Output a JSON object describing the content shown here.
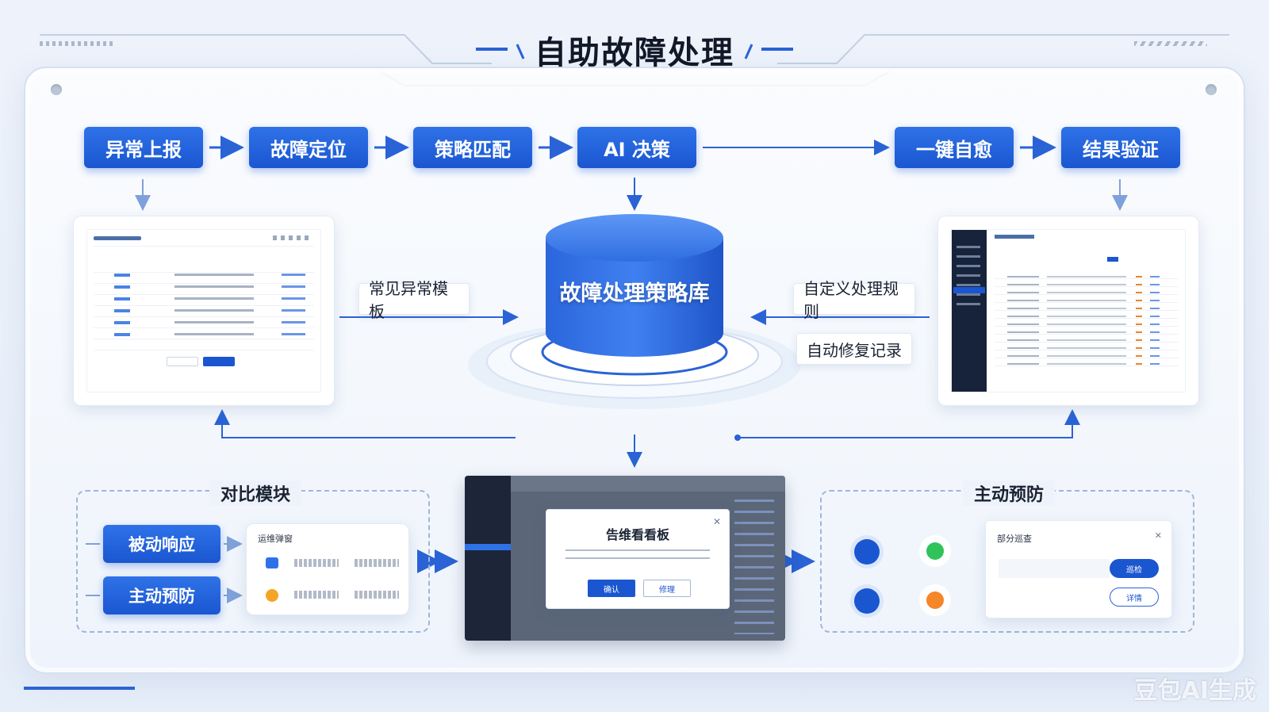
{
  "title": "自助故障处理",
  "flow": [
    {
      "label": "异常上报"
    },
    {
      "label": "故障定位"
    },
    {
      "label": "策略匹配"
    },
    {
      "label": "AI 决策"
    },
    {
      "label": "一键自愈"
    },
    {
      "label": "结果验证"
    }
  ],
  "center": {
    "label": "故障处理策略库",
    "left_input": "常见异常模板",
    "right_input_1": "自定义处理规则",
    "right_input_2": "自动修复记录"
  },
  "compare": {
    "title": "对比模块",
    "btn_passive": "被动响应",
    "btn_active": "主动预防",
    "card_title": "运维弹窗"
  },
  "dashboard": {
    "modal_title": "告维看看板",
    "confirm_label": "确认",
    "cancel_label": "修理"
  },
  "prevention": {
    "title": "主动预防",
    "card_title": "部分巡查",
    "btn_primary": "巡检",
    "btn_secondary": "详情"
  },
  "watermark": "豆包AI生成",
  "colors": {
    "primary": "#1a56d0",
    "accent": "#2f72e8",
    "green": "#2fc35a",
    "orange": "#f5862a"
  }
}
